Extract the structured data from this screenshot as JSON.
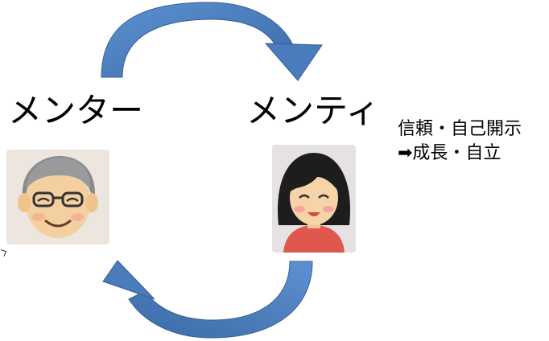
{
  "labels": {
    "mentor": "メンター",
    "mentee": "メンティ"
  },
  "note": {
    "line1": "信頼・自己開示",
    "line2": "➡成長・自立"
  },
  "colors": {
    "arrow_fill": "#4a7ab8",
    "arrow_light": "#5b8fd0",
    "arrow_dark": "#37629a"
  },
  "icons": {
    "mentor": "older-man-smiling-illustration",
    "mentee": "young-woman-smiling-illustration"
  }
}
